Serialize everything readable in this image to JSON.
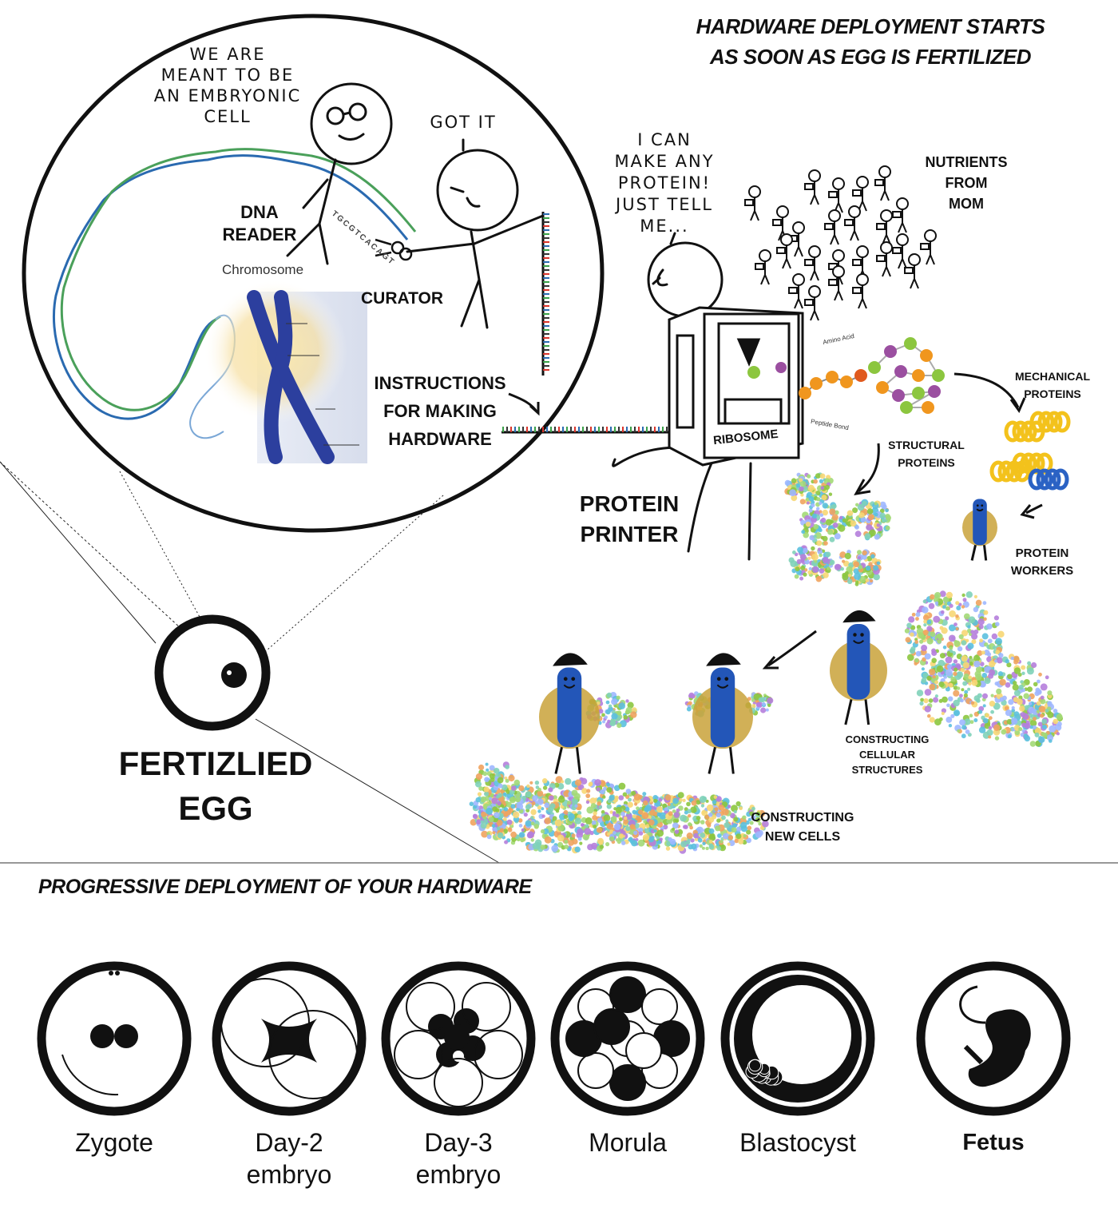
{
  "header": {
    "line1": "HARDWARE DEPLOYMENT STARTS",
    "line2": "AS SOON AS EGG IS FERTILIZED"
  },
  "speech": {
    "reader": [
      "WE ARE",
      "MEANT TO BE",
      "AN EMBRYONIC",
      "CELL"
    ],
    "curator": "GOT IT",
    "printer": [
      "I CAN",
      "MAKE ANY",
      "PROTEIN!",
      "JUST TELL",
      "ME..."
    ]
  },
  "labels": {
    "dna_reader": [
      "DNA",
      "READER"
    ],
    "chromosome": "Chromosome",
    "curator": "CURATOR",
    "instructions": [
      "INSTRUCTIONS",
      "FOR MAKING",
      "HARDWARE"
    ],
    "ribosome": "RIBOSOME",
    "protein_printer": [
      "PROTEIN",
      "PRINTER"
    ],
    "nutrients": [
      "NUTRIENTS",
      "FROM",
      "MOM"
    ],
    "amino_acid": "Amino Acid",
    "peptide_bond": "Peptide Bond",
    "mechanical": [
      "MECHANICAL",
      "PROTEINS"
    ],
    "structural": [
      "STRUCTURAL",
      "PROTEINS"
    ],
    "workers": [
      "PROTEIN",
      "WORKERS"
    ],
    "cellular": [
      "CONSTRUCTING",
      "CELLULAR STRUCTURES"
    ],
    "new_cells": [
      "CONSTRUCTING",
      "NEW CELLS"
    ],
    "egg": [
      "FERTIZLIED",
      "EGG"
    ]
  },
  "dna_letters": "TGCGTCACAGT",
  "section_title": "PROGRESSIVE DEPLOYMENT OF YOUR HARDWARE",
  "stages": [
    {
      "line1": "Zygote",
      "line2": ""
    },
    {
      "line1": "Day-2",
      "line2": "embryo"
    },
    {
      "line1": "Day-3",
      "line2": "embryo"
    },
    {
      "line1": "Morula",
      "line2": ""
    },
    {
      "line1": "Blastocyst",
      "line2": ""
    },
    {
      "line1": "Fetus",
      "line2": ""
    }
  ],
  "colors": {
    "chromosome": "#2c3f9e",
    "worker_blue": "#2356b8",
    "worker_gold": "#c9a23a",
    "amino_orange": "#f0961e",
    "amino_green": "#8cc63f",
    "amino_purple": "#9b4fa0",
    "mech_yellow": "#f3c21c",
    "mech_blue": "#2b62c4"
  }
}
